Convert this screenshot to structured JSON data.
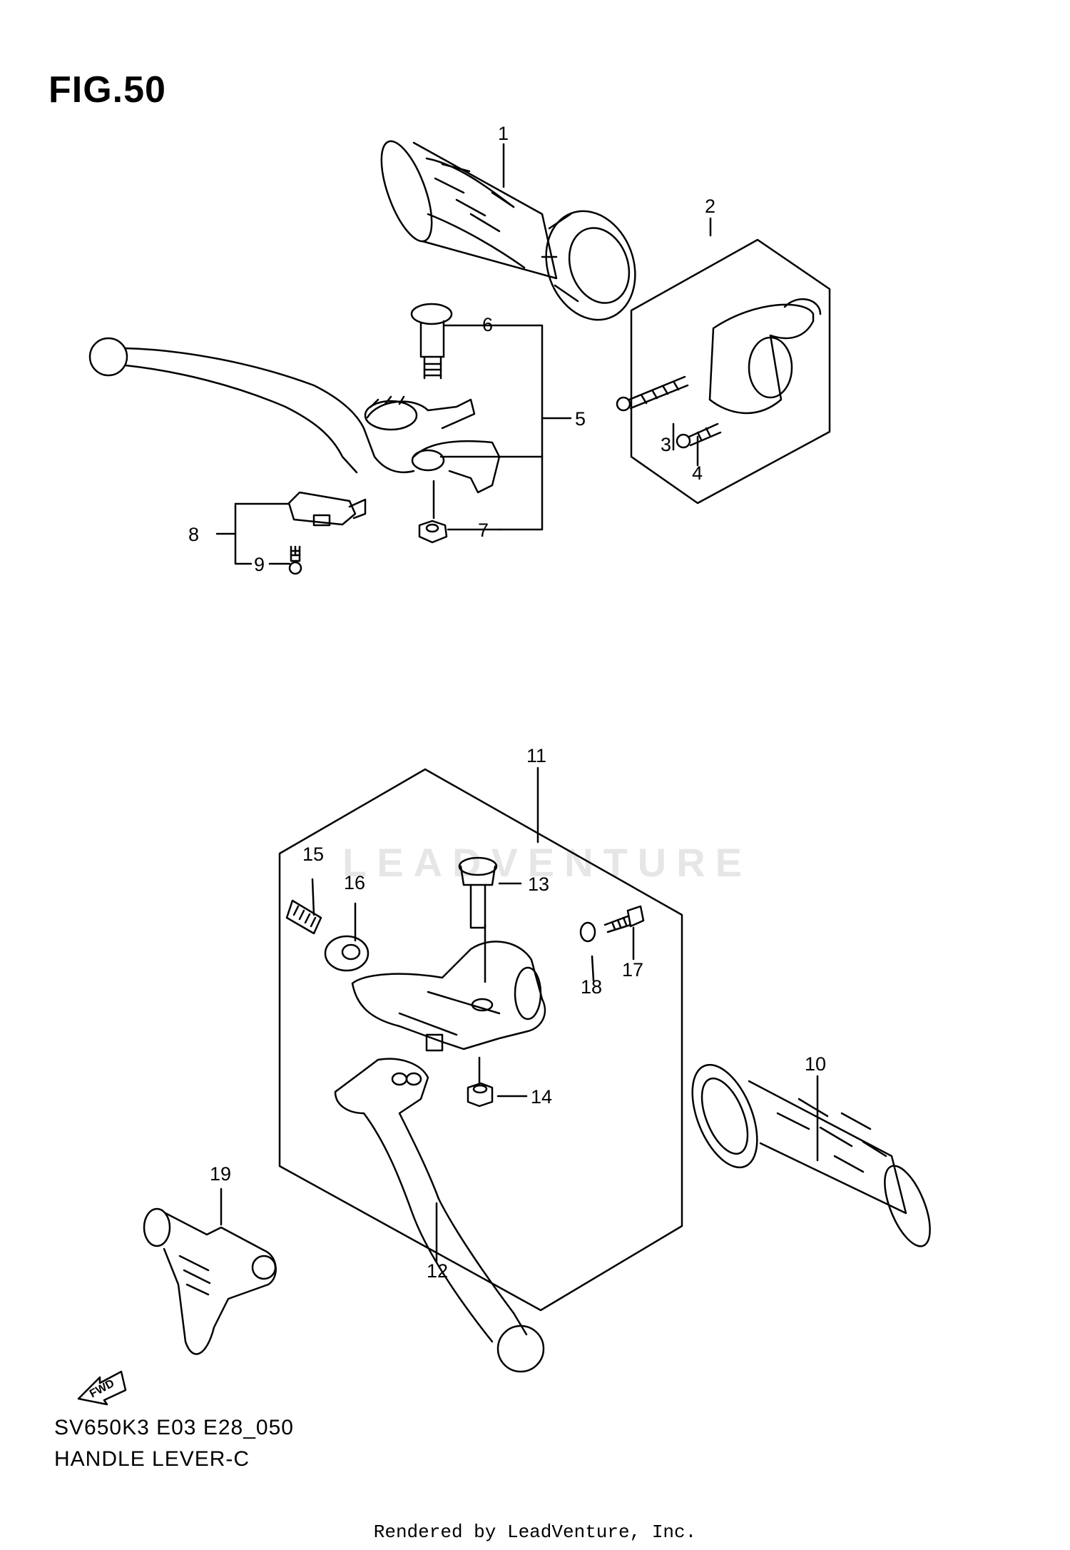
{
  "figure": {
    "title": "FIG.50",
    "model_code": "SV650K3 E03 E28_050",
    "section_name": "HANDLE LEVER-C",
    "footer": "Rendered by LeadVenture, Inc.",
    "watermark": "LEADVENTURE"
  },
  "callouts": [
    "1",
    "2",
    "3",
    "4",
    "5",
    "6",
    "7",
    "8",
    "9",
    "10",
    "11",
    "12",
    "13",
    "14",
    "15",
    "16",
    "17",
    "18",
    "19"
  ],
  "fwd_label": "FWD"
}
